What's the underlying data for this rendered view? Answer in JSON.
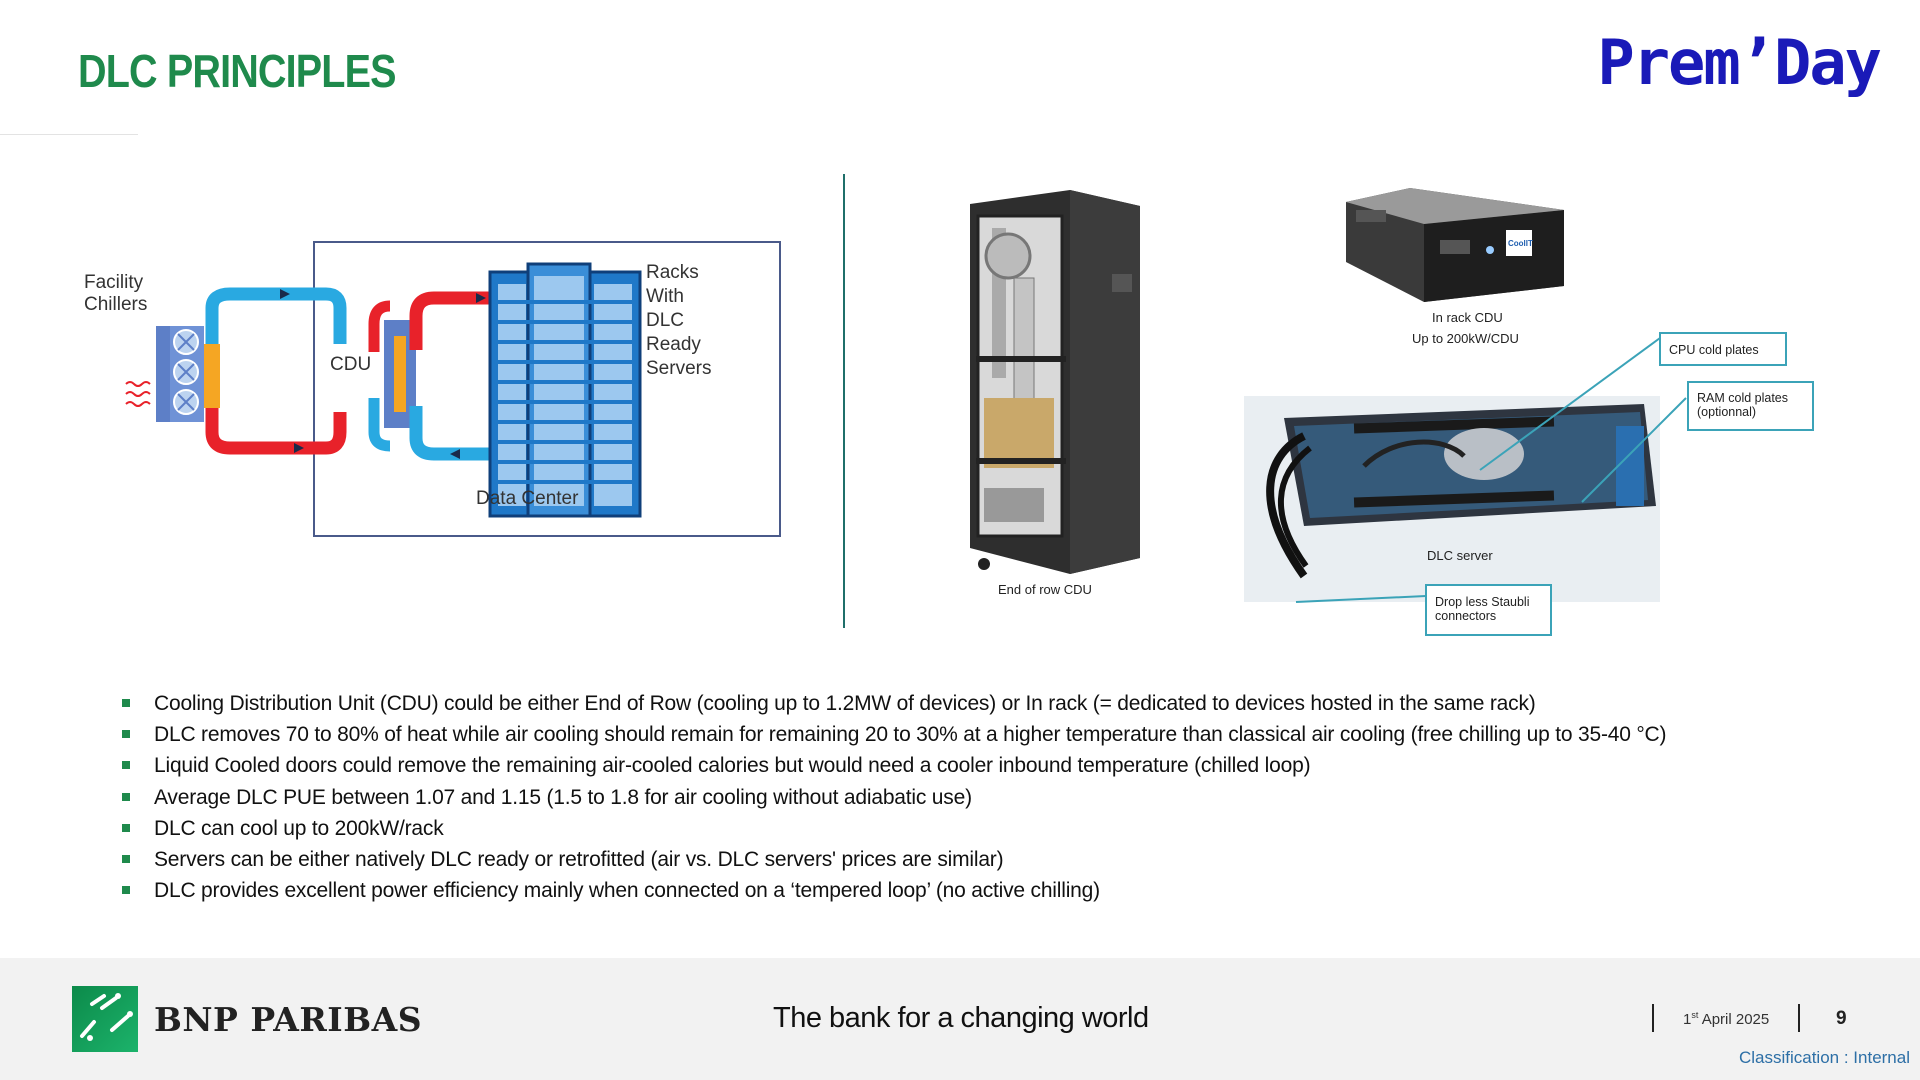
{
  "slide": {
    "title": "DLC PRINCIPLES",
    "brand_logo": "Prem’Day"
  },
  "diagram": {
    "facility_label_1": "Facility",
    "facility_label_2": "Chillers",
    "cdu_label": "CDU",
    "racks_label": [
      "Racks",
      "With",
      "DLC",
      "Ready",
      "Servers"
    ],
    "datacenter_label": "Data Center",
    "colors": {
      "hot_loop": "#e8222a",
      "cold_loop": "#29a9e1",
      "rack_blue": "#1f78c8",
      "box_border": "#4a5a8a"
    }
  },
  "photos": {
    "end_row_caption": "End of row CDU",
    "in_rack_caption_1": "In rack CDU",
    "in_rack_caption_2": "Up to 200kW/CDU",
    "in_rack_badge": "CoolIT",
    "server_caption": "DLC server",
    "callout_cpu": "CPU cold plates",
    "callout_ram": "RAM cold plates (optionnal)",
    "callout_connectors": "Drop less Staubli connectors"
  },
  "bullets": [
    "Cooling Distribution Unit (CDU) could be either End of Row (cooling up to 1.2MW of devices) or In rack (= dedicated to devices hosted in the same rack)",
    "DLC removes 70 to 80% of heat while air cooling should remain for remaining 20 to 30% at a higher temperature than classical air cooling (free chilling up to 35-40 °C)",
    "Liquid Cooled doors could remove the remaining air-cooled calories but would need a cooler inbound temperature (chilled loop)",
    "Average DLC PUE between 1.07 and 1.15 (1.5 to 1.8 for air cooling without adiabatic use)",
    "DLC can cool up to 200kW/rack",
    "Servers can be either natively DLC ready or retrofitted (air vs. DLC servers' prices are similar)",
    "DLC provides excellent power efficiency mainly when connected on a ‘tempered loop’ (no active chilling)"
  ],
  "footer": {
    "company": "BNP PARIBAS",
    "tagline": "The bank for a changing world",
    "date_day": "1",
    "date_suffix": "st",
    "date_rest": " April 2025",
    "page_number": "9",
    "classification": "Classification : Internal"
  },
  "colors": {
    "title_green": "#1f8a4c",
    "brand_blue": "#1a1ab8",
    "callout_border": "#3ba3b8",
    "classification_blue": "#2d6fa6"
  }
}
